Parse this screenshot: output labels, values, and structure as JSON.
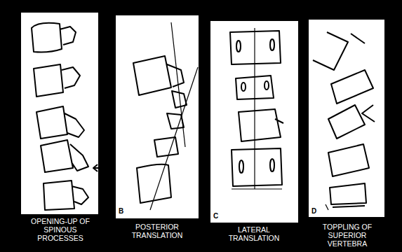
{
  "diagram": {
    "labels": [
      "B",
      "C",
      "D",
      "OPENING-UP OF SPINOUS PROCESSES",
      "POSTERIOR TRANSLATION",
      "LATERAL TRANSLATION",
      "TOPPLING OF SUPERIOR VERTEBRA"
    ]
  }
}
